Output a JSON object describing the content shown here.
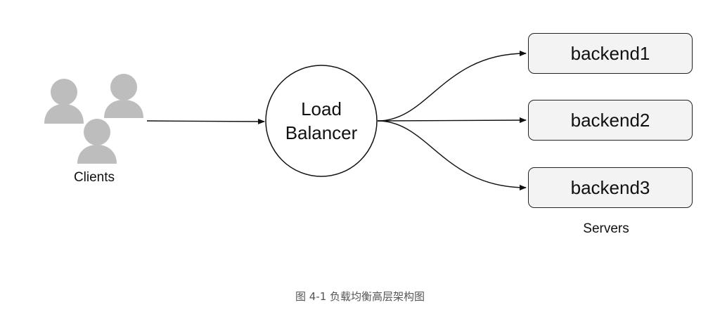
{
  "clients": {
    "label": "Clients",
    "icon": "users-icon",
    "icon_color": "#bdbdbd"
  },
  "load_balancer": {
    "line1": "Load",
    "line2": "Balancer"
  },
  "servers": {
    "label": "Servers",
    "items": [
      {
        "label": "backend1"
      },
      {
        "label": "backend2"
      },
      {
        "label": "backend3"
      }
    ],
    "box_fill": "#f3f3f3"
  },
  "caption": "图 4-1 负载均衡高层架构图"
}
